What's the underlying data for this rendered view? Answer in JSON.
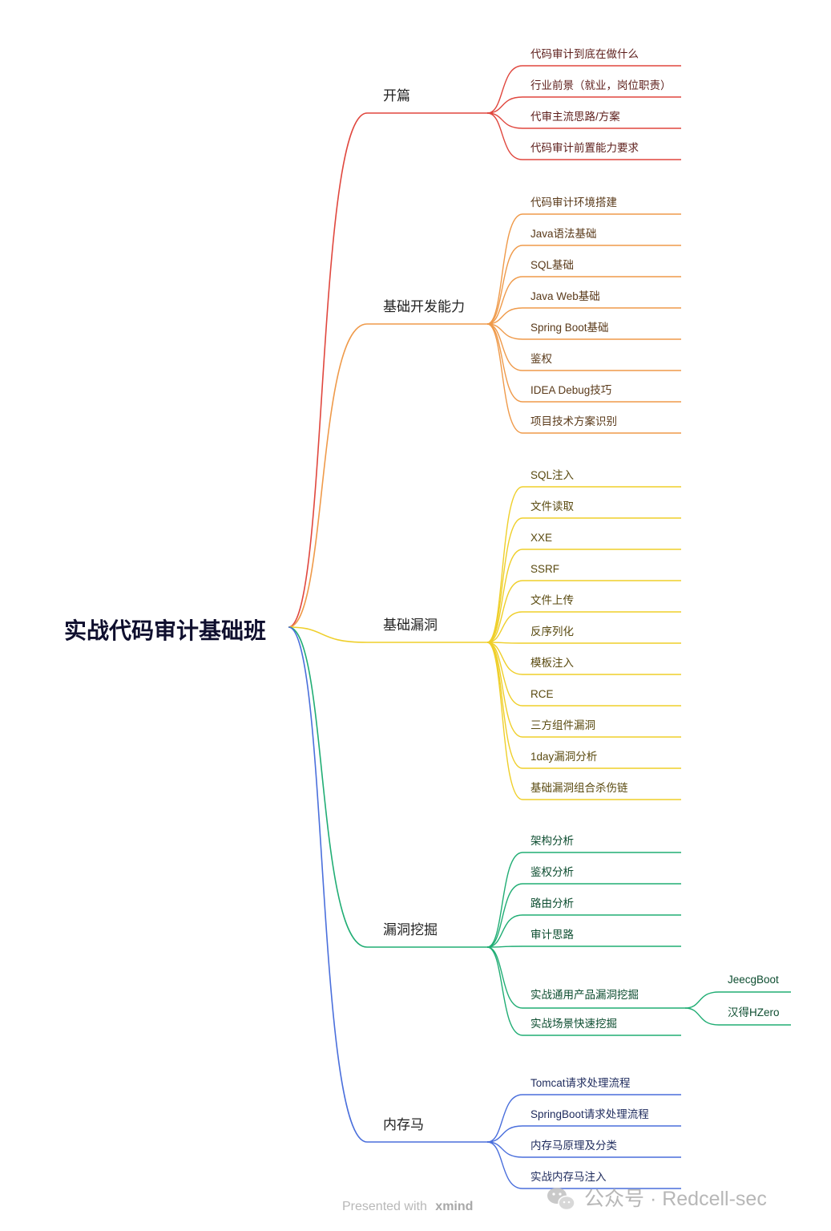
{
  "root": {
    "label": "实战代码审计基础班"
  },
  "colors": {
    "red": "#e0473e",
    "orange": "#ef9a4a",
    "yellow": "#efcf2a",
    "green": "#20ad74",
    "blue": "#4a6fdc",
    "red_text": "#5c1d1a",
    "orange_text": "#5a3a1a",
    "yellow_text": "#5a4a10",
    "green_text": "#0d4d30",
    "blue_text": "#1d2a5c"
  },
  "branches": [
    {
      "label": "开篇",
      "color": "red",
      "children": [
        {
          "label": "代码审计到底在做什么"
        },
        {
          "label": "行业前景（就业，岗位职责）"
        },
        {
          "label": "代审主流思路/方案"
        },
        {
          "label": "代码审计前置能力要求"
        }
      ]
    },
    {
      "label": "基础开发能力",
      "color": "orange",
      "children": [
        {
          "label": "代码审计环境搭建"
        },
        {
          "label": "Java语法基础"
        },
        {
          "label": "SQL基础"
        },
        {
          "label": "Java Web基础"
        },
        {
          "label": "Spring Boot基础"
        },
        {
          "label": "鉴权"
        },
        {
          "label": "IDEA Debug技巧"
        },
        {
          "label": "项目技术方案识别"
        }
      ]
    },
    {
      "label": "基础漏洞",
      "color": "yellow",
      "children": [
        {
          "label": "SQL注入"
        },
        {
          "label": "文件读取"
        },
        {
          "label": "XXE"
        },
        {
          "label": "SSRF"
        },
        {
          "label": "文件上传"
        },
        {
          "label": "反序列化"
        },
        {
          "label": "模板注入"
        },
        {
          "label": "RCE"
        },
        {
          "label": "三方组件漏洞"
        },
        {
          "label": "1day漏洞分析"
        },
        {
          "label": "基础漏洞组合杀伤链"
        }
      ]
    },
    {
      "label": "漏洞挖掘",
      "color": "green",
      "children": [
        {
          "label": "架构分析"
        },
        {
          "label": "鉴权分析"
        },
        {
          "label": "路由分析"
        },
        {
          "label": "审计思路"
        },
        {
          "label": "实战通用产品漏洞挖掘",
          "children": [
            {
              "label": "JeecgBoot"
            },
            {
              "label": "汉得HZero"
            }
          ]
        },
        {
          "label": "实战场景快速挖掘"
        }
      ]
    },
    {
      "label": "内存马",
      "color": "blue",
      "children": [
        {
          "label": "Tomcat请求处理流程"
        },
        {
          "label": "SpringBoot请求处理流程"
        },
        {
          "label": "内存马原理及分类"
        },
        {
          "label": "实战内存马注入"
        }
      ]
    }
  ],
  "footer": {
    "presented": "Presented with",
    "brand": "xmind"
  },
  "watermark": {
    "label": "公众号 · Redcell-sec",
    "icon": "wechat-icon"
  }
}
